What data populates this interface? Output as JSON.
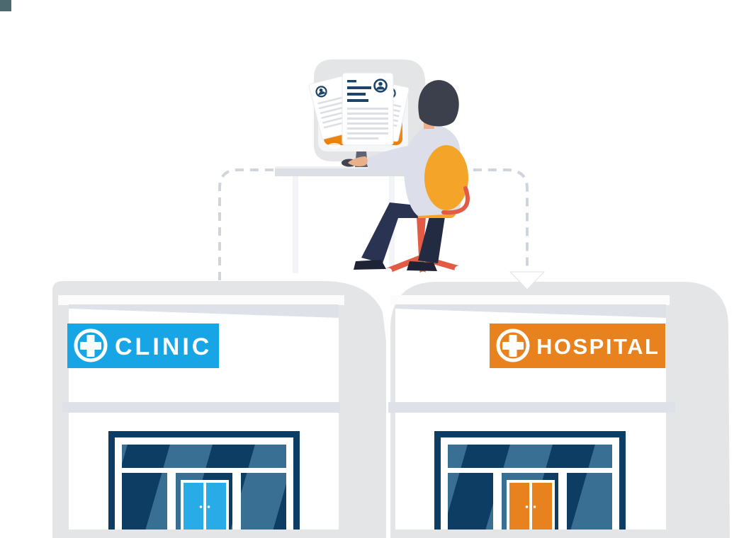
{
  "scene": {
    "title": "medical-records-transfer-illustration"
  },
  "clinic": {
    "label": "CLINIC",
    "sign_color": "#17A5E5",
    "door_color": "#29ABE8"
  },
  "hospital": {
    "label": "HOSPITAL",
    "sign_color": "#E8821F",
    "door_color": "#E8821F"
  },
  "palette": {
    "window_glass_dark": "#0E3D63",
    "window_glass_light": "#3A6F94",
    "building_wall": "#FFFFFF",
    "ledge_gray": "#DEE1E8",
    "entrance_frame_navy": "#0D3D63",
    "chair_orange": "#F4A428",
    "chair_frame_red": "#E25C45",
    "screen_orange_top": "#F9AE1B",
    "screen_orange_bottom": "#E87F0C",
    "person_shirt": "#DCDFEA",
    "person_pants": "#2B3352",
    "person_hair": "#3C404C",
    "person_skin": "#E9B08B",
    "document_line_navy": "#1D4468",
    "document_line_gray": "#DCDFE4",
    "desk_gray": "#DCDFE6",
    "connector_dash": "#D0D4DC",
    "shadow": "rgba(30,40,52,0.12)",
    "corner_artifact": "#4C6970"
  }
}
